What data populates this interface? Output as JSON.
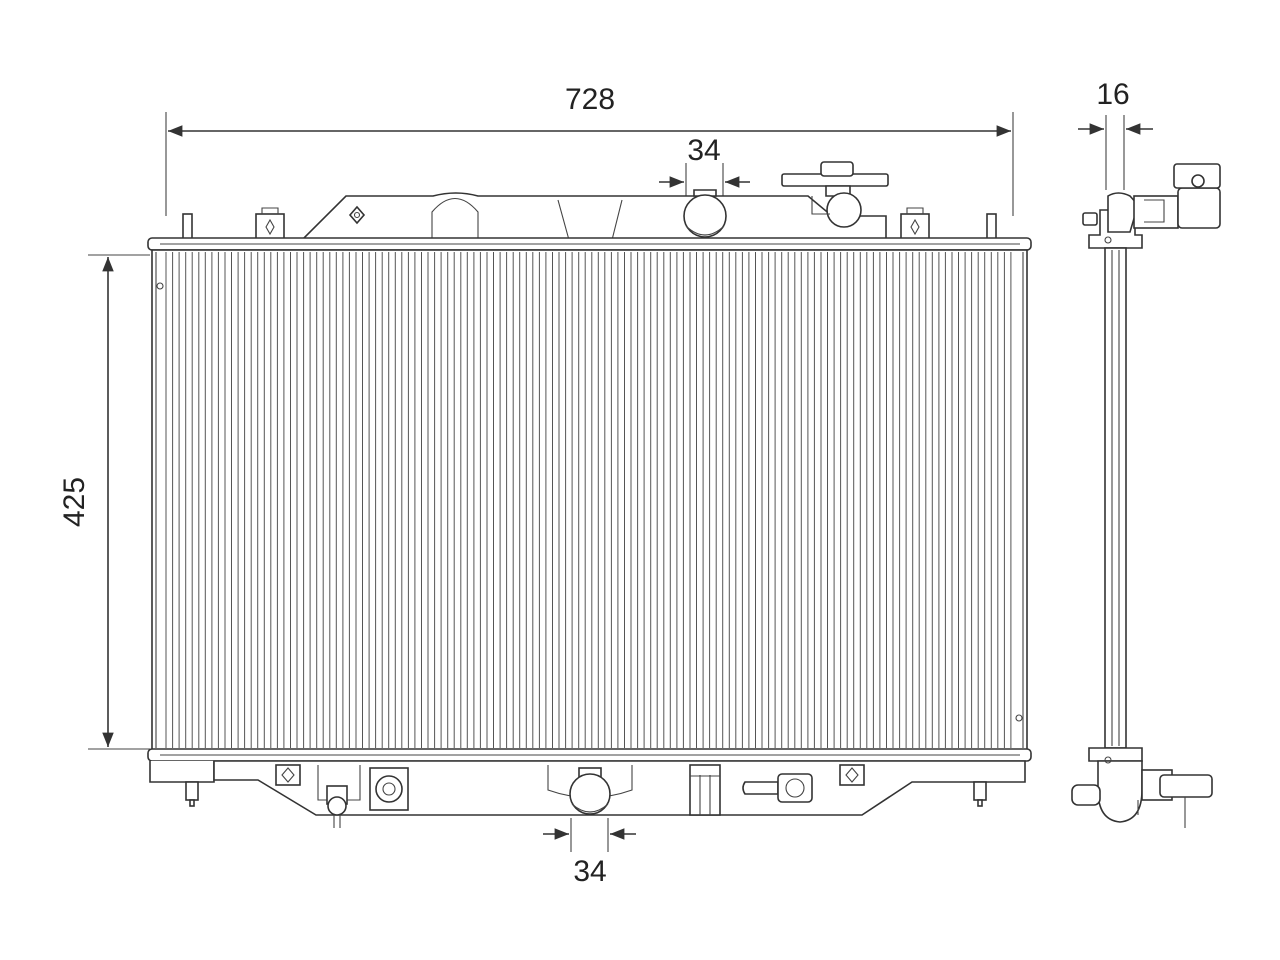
{
  "dimensions": {
    "overall_width": "728",
    "core_height": "425",
    "thickness": "16",
    "inlet_diameter": "34",
    "outlet_diameter": "34"
  },
  "colors": {
    "line": "#333333",
    "background": "#ffffff"
  }
}
